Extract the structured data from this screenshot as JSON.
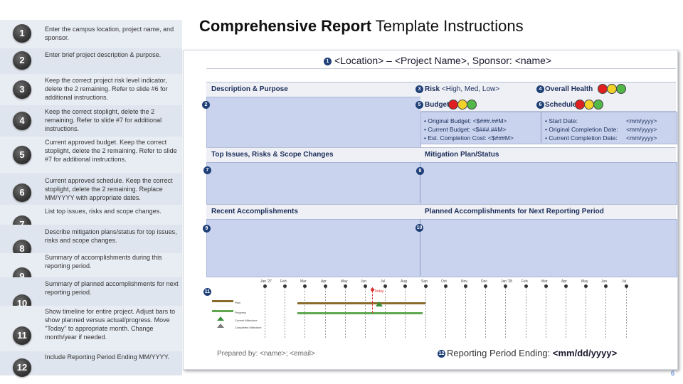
{
  "title": {
    "bold": "Comprehensive Report",
    "rest": " Template Instructions"
  },
  "instructions": [
    {
      "n": "1",
      "text": "Enter the campus location, project name, and sponsor."
    },
    {
      "n": "2",
      "text": "Enter brief project description & purpose."
    },
    {
      "n": "3",
      "text": "Keep the correct project risk level indicator, delete the 2 remaining. Refer to slide #6 for additional instructions."
    },
    {
      "n": "4",
      "text": "Keep the correct stoplight, delete the 2 remaining. Refer to slide #7 for additional instructions."
    },
    {
      "n": "5",
      "text": "Current approved budget. Keep the correct stoplight, delete the 2 remaining. Refer to slide #7 for additional instructions."
    },
    {
      "n": "6",
      "text": "Current approved schedule. Keep the correct stoplight, delete the 2 remaining. Replace MM/YYYY with appropriate dates."
    },
    {
      "n": "7",
      "text": "List top issues, risks and scope changes."
    },
    {
      "n": "8",
      "text": "Describe mitigation plans/status for top issues, risks and scope changes."
    },
    {
      "n": "9",
      "text": "Summary of accomplishments during this reporting period."
    },
    {
      "n": "10",
      "text": "Summary of planned accomplishments for next reporting period."
    },
    {
      "n": "11",
      "text": "Show timeline for entire project. Adjust bars to show planned versus actual/progress. Move \"Today\" to appropriate month. Change month/year if needed."
    },
    {
      "n": "12",
      "text": "Include Reporting Period Ending MM/YYYY."
    }
  ],
  "report": {
    "header": "<Location> – <Project Name>, Sponsor: <name>",
    "description_label": "Description & Purpose",
    "risk_label": "Risk",
    "risk_value": "<High, Med, Low>",
    "health_label": "Overall Health",
    "budget_label": "Budget",
    "schedule_label": "Schedule",
    "budget_items": [
      "Original Budget: <$###.##M>",
      "Current Budget: <$###.##M>",
      "Est. Completion Cost: <$###M>"
    ],
    "schedule_items": [
      {
        "k": "Start Date:",
        "v": "<mm/yyyy>"
      },
      {
        "k": "Original Completion Date:",
        "v": "<mm/yyyy>"
      },
      {
        "k": "Current Completion Date:",
        "v": "<mm/yyyy>"
      }
    ],
    "issues_label": "Top Issues, Risks & Scope Changes",
    "mitigation_label": "Mitigation Plan/Status",
    "recent_label": "Recent Accomplishments",
    "planned_label": "Planned Accomplishments for Next Reporting Period",
    "markers": [
      "1",
      "2",
      "3",
      "4",
      "5",
      "6",
      "7",
      "8",
      "9",
      "10",
      "11",
      "12"
    ],
    "timeline_months": [
      "Jan '27",
      "Feb",
      "Mar",
      "Apr",
      "May",
      "Jun",
      "Jul",
      "Aug",
      "Sep",
      "Oct",
      "Nov",
      "Dec",
      "Jan '28",
      "Feb",
      "Mar",
      "Apr",
      "May",
      "Jun",
      "Jul"
    ],
    "today_label": "Today",
    "legend": [
      "Plan",
      "Progress",
      "Current Milestone",
      "Completed Milestone"
    ],
    "prepared_by": "Prepared by: <name>; <email>",
    "reporting_period": "Reporting Period Ending:",
    "reporting_date": " <mm/dd/yyyy>"
  },
  "colors": {
    "red": "#e02020",
    "yellow": "#f2d22a",
    "green": "#52b848",
    "panel": "#c9d3ee",
    "navy": "#1f3f77"
  },
  "page_number": "6"
}
